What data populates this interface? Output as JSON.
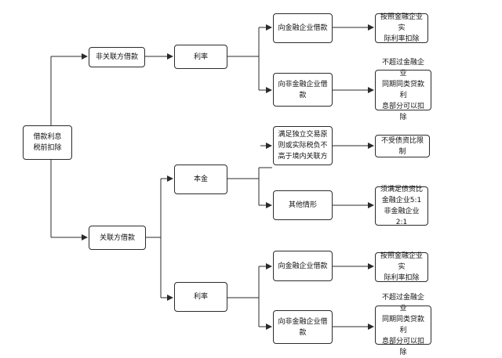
{
  "nodes": {
    "root": "借款利息\n税前扣除",
    "non_related": "非关联方借款",
    "non_related_rate": "利率",
    "nr_financial": "向金融企业借款",
    "nr_financial_result": "按照金融企业实\n际利率扣除",
    "nr_nonfinancial": "向非金融企业借\n款",
    "nr_nonfinancial_result": "不超过金融企业\n同期同类贷款利\n息部分可以扣除",
    "related": "关联方借款",
    "principal": "本金",
    "arm_length": "满足独立交易原\n则或实际税负不\n高于境内关联方",
    "no_debt_limit": "不受债资比限制",
    "other_cases": "其他情形",
    "debt_ratio": "须满足债资比\n金融企业5:1\n非金融企业2:1",
    "related_rate": "利率",
    "r_financial": "向金融企业借款",
    "r_financial_result": "按照金融企业实\n际利率扣除",
    "r_nonfinancial": "向非金融企业借\n款",
    "r_nonfinancial_result": "不超过金融企业\n同期同类贷款利\n息部分可以扣除"
  },
  "colors": {
    "line": "#2b2b2b",
    "border": "#2b2b2b",
    "text": "#111111"
  }
}
